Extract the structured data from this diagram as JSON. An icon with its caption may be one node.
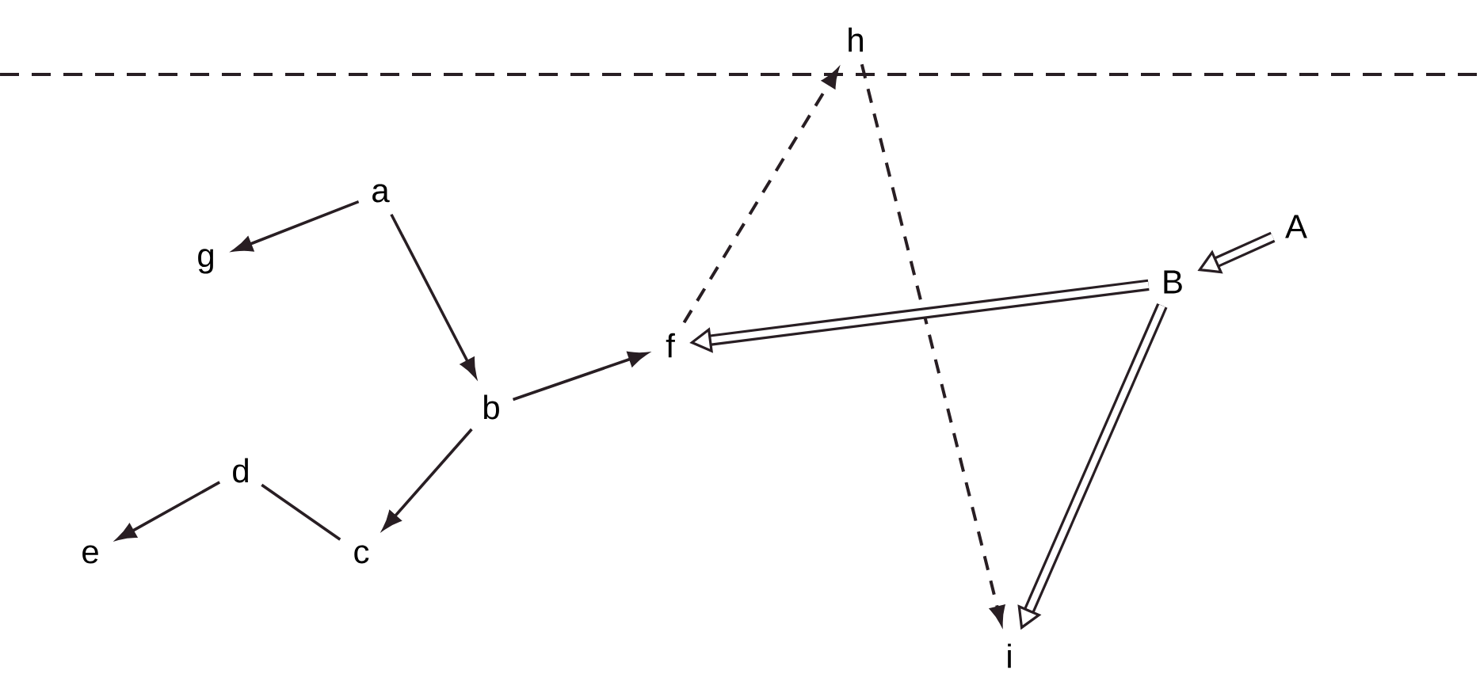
{
  "diagram": {
    "nodes": [
      {
        "text": [
          "h"
        ]
      },
      {
        "text": [
          "a"
        ]
      },
      {
        "text": [
          "g"
        ]
      },
      {
        "text": [
          "A"
        ]
      },
      {
        "text": [
          "B"
        ]
      },
      {
        "text": [
          "f"
        ]
      },
      {
        "text": [
          "b"
        ]
      },
      {
        "text": [
          "d"
        ]
      },
      {
        "text": [
          "c"
        ]
      },
      {
        "text": [
          "e"
        ]
      },
      {
        "text": [
          "i"
        ]
      }
    ],
    "edges": [
      {
        "from": 1,
        "to": 2,
        "arrow": "to"
      },
      {
        "from": 1,
        "to": 6,
        "arrow": "to"
      },
      {
        "from": 6,
        "to": 5,
        "arrow": "to"
      },
      {
        "from": 6,
        "to": 8,
        "arrow": "to"
      },
      {
        "from": 7,
        "to": 8,
        "arrow": "none"
      },
      {
        "from": 7,
        "to": 9,
        "arrow": "to"
      },
      {
        "from": 5,
        "to": 0,
        "arrow": "to",
        "style": "dashed"
      },
      {
        "from": 0,
        "to": 10,
        "arrow": "to",
        "style": "dashed"
      },
      {
        "from": 3,
        "to": 4,
        "arrow": "to",
        "style": "thick"
      },
      {
        "from": 4,
        "to": 5,
        "arrow": "to",
        "style": "thick"
      },
      {
        "from": 4,
        "to": 10,
        "arrow": "to",
        "style": "thick"
      }
    ]
  }
}
